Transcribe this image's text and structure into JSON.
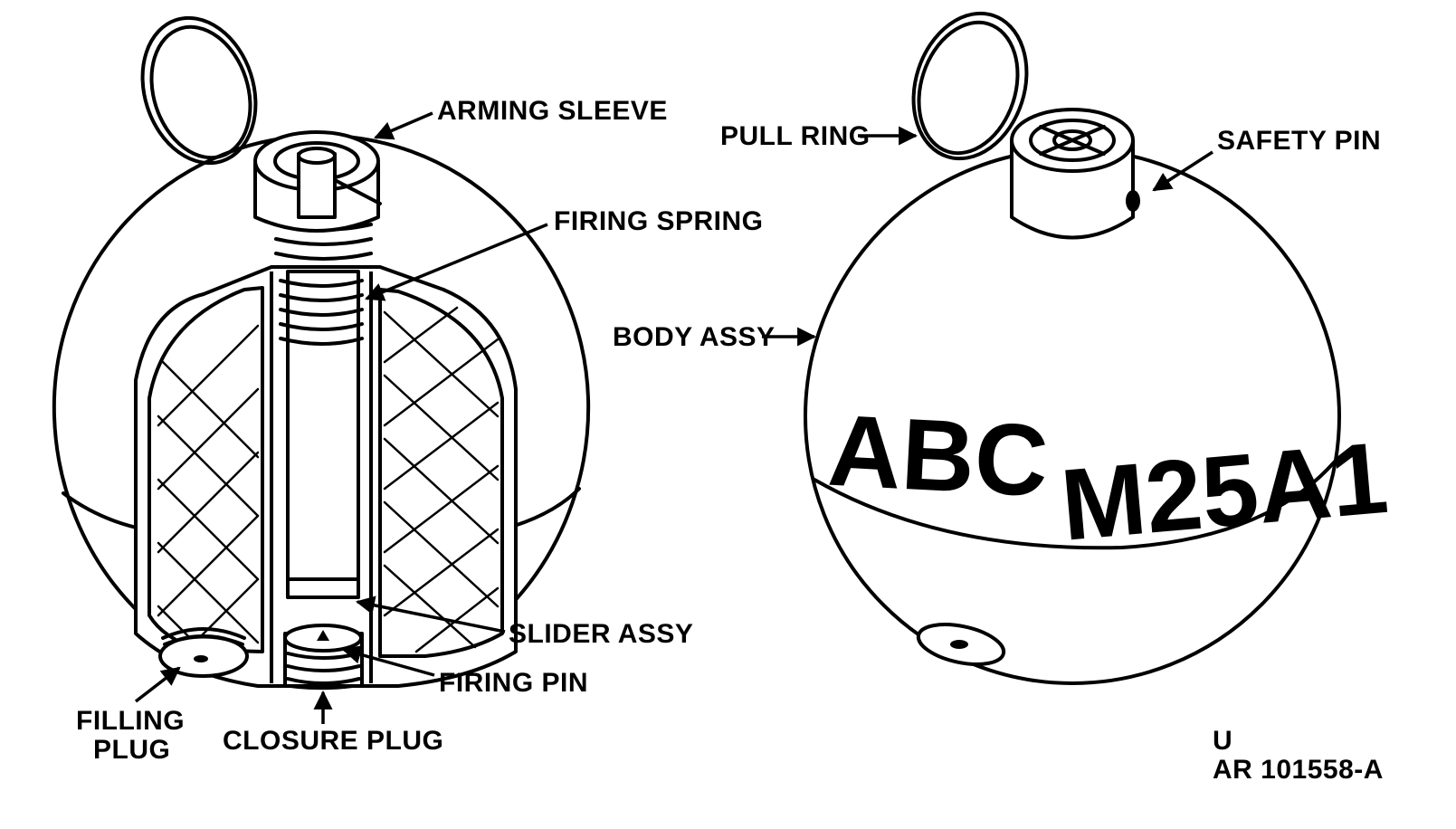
{
  "labels": {
    "arming_sleeve": "ARMING SLEEVE",
    "firing_spring": "FIRING SPRING",
    "slider_assy": "SLIDER ASSY",
    "firing_pin": "FIRING PIN",
    "filling_plug_1": "FILLING",
    "filling_plug_2": "PLUG",
    "closure_plug": "CLOSURE PLUG",
    "pull_ring": "PULL RING",
    "safety_pin": "SAFETY PIN",
    "body_assy": "BODY ASSY"
  },
  "markings": {
    "abc": "ABC",
    "model": "M25A1"
  },
  "caption": {
    "line1": "U",
    "line2": "AR 101558-A"
  }
}
